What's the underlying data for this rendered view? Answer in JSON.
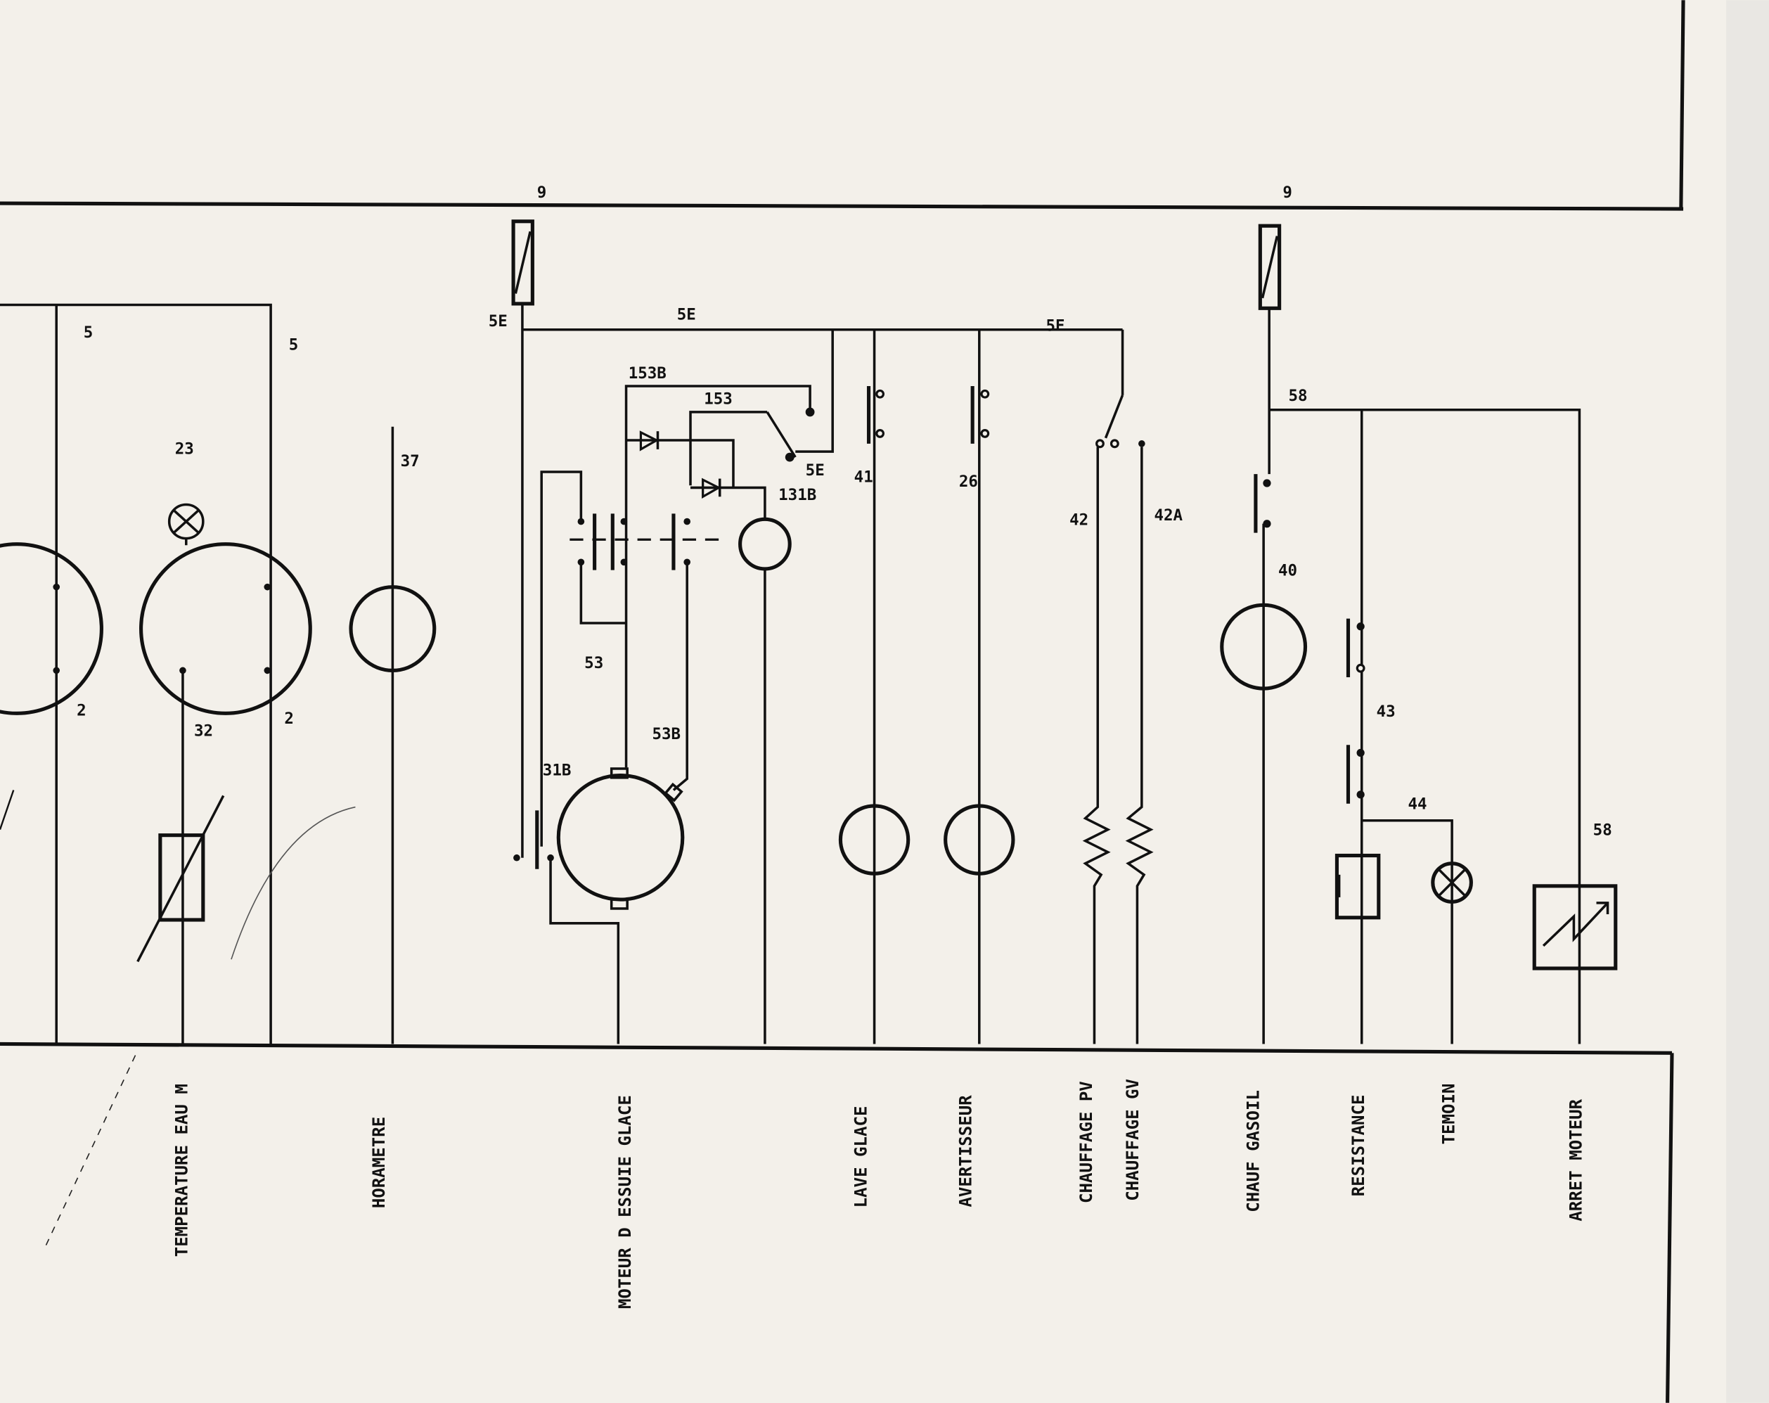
{
  "diagram": {
    "wire_labels": {
      "fuse_left": "9",
      "fuse_right": "9",
      "bus_left_a": "5",
      "bus_left_b": "5",
      "gauge_left_2": "2",
      "gauge_32": "32",
      "gauge_2": "2",
      "lamp_23": "23",
      "hour_37": "37",
      "bus_5e_a": "5E",
      "bus_5e_b": "5E",
      "bus_5e_c": "5E",
      "w153b": "153B",
      "w153": "153",
      "w5e_sw": "5E",
      "w131b": "131B",
      "w53": "53",
      "w53b": "53B",
      "w31b": "31B",
      "w41": "41",
      "w26": "26",
      "w42": "42",
      "w42a": "42A",
      "w40": "40",
      "w58_bus": "58",
      "w43": "43",
      "w44": "44",
      "w58": "58"
    },
    "circuits": [
      "TEMPERATURE EAU M",
      "HORAMETRE",
      "MOTEUR D ESSUIE GLACE",
      "LAVE GLACE",
      "AVERTISSEUR",
      "CHAUFFAGE PV",
      "CHAUFFAGE GV",
      "CHAUF GASOIL",
      "RESISTANCE",
      "TEMOIN",
      "ARRET MOTEUR"
    ]
  }
}
